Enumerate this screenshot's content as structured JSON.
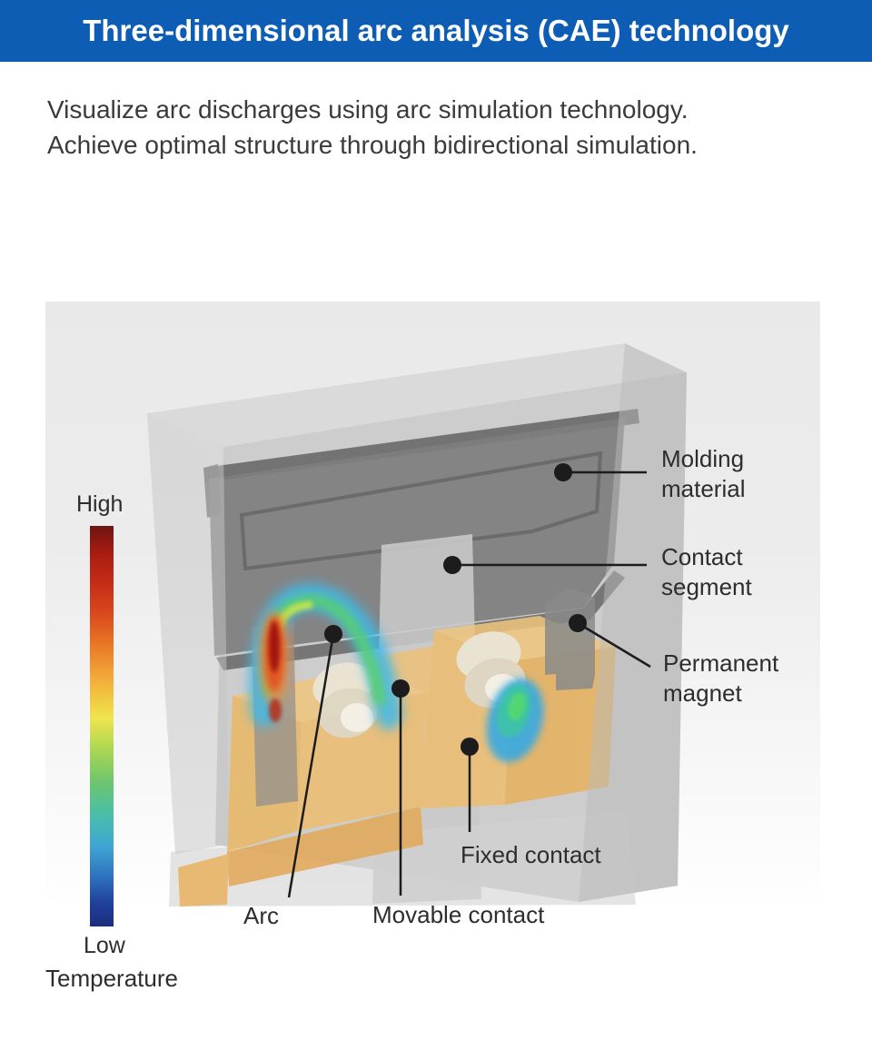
{
  "header": {
    "title": "Three-dimensional arc analysis (CAE) technology",
    "bg_color": "#0d5db5",
    "text_color": "#ffffff"
  },
  "intro": {
    "line1": "Visualize arc discharges using arc simulation technology.",
    "line2": "Achieve optimal structure through bidirectional simulation."
  },
  "figure": {
    "temperature_scale": {
      "high_label": "High",
      "low_label": "Low",
      "axis_label": "Temperature",
      "gradient_css": "background:linear-gradient(180deg,#6e1410 0%,#a81d12 7%,#c42c16 14%,#d9491d 22%,#e97a26 30%,#f2ab38 38%,#efe54e 48%,#aad653 56%,#6cc56e 64%,#49bfa8 72%,#3fa6d4 80%,#2d6fbb 88%,#20419b 94%,#1c2d7c 100%)"
    },
    "labels": {
      "molding_material": {
        "line1": "Molding",
        "line2": "material"
      },
      "contact_segment": {
        "line1": "Contact",
        "line2": "segment"
      },
      "permanent_magnet": {
        "line1": "Permanent",
        "line2": "magnet"
      },
      "fixed_contact": {
        "text": "Fixed contact"
      },
      "movable_contact": {
        "text": "Movable contact"
      },
      "arc": {
        "text": "Arc"
      }
    },
    "colors": {
      "housing_gray": "#cdcdcd",
      "molding_dark_gray": "#7e7e7e",
      "contact_base_orange": "#eebe76",
      "arc_blue": "#41b9e8",
      "arc_green": "#59d06a",
      "arc_hot_red": "#a31608",
      "leader_black": "#1c1c1c"
    }
  }
}
